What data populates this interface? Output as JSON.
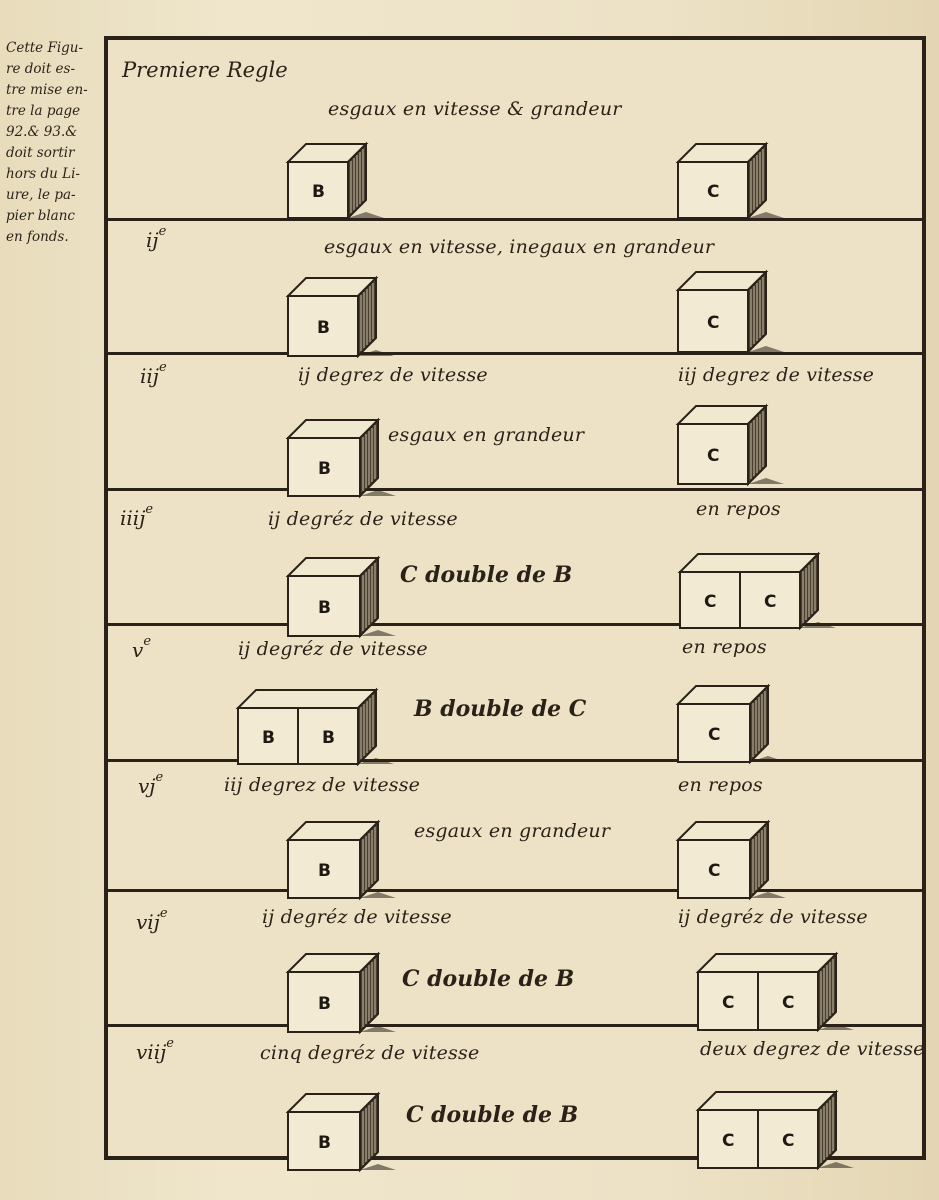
{
  "margin_note": {
    "lines": [
      "Cette Figu-",
      "re doit es-",
      "tre mise en-",
      "tre la page",
      "92.& 93.&",
      "doit sortir",
      "hors du Li-",
      "ure, le pa-",
      "pier blanc",
      "en fonds."
    ]
  },
  "figure": {
    "title": "Premiere Regle",
    "rows": [
      {
        "ordinal": "",
        "ordinal_sup": "",
        "left_caption": "",
        "right_caption": "",
        "center_caption": "esgaux en vitesse & grandeur",
        "left_letters": [
          "B"
        ],
        "right_letters": [
          "C"
        ]
      },
      {
        "ordinal": "ij",
        "ordinal_sup": "e",
        "left_caption": "",
        "right_caption": "",
        "center_caption": "esgaux en vitesse, inegaux en grandeur",
        "left_letters": [
          "B"
        ],
        "right_letters": [
          "C"
        ]
      },
      {
        "ordinal": "iij",
        "ordinal_sup": "e",
        "left_caption": "ij degrez de vitesse",
        "right_caption": "iij degrez de vitesse",
        "center_caption": "esgaux en grandeur",
        "left_letters": [
          "B"
        ],
        "right_letters": [
          "C"
        ]
      },
      {
        "ordinal": "iiij",
        "ordinal_sup": "e",
        "left_caption": "ij degréz de vitesse",
        "right_caption": "en repos",
        "center_caption": "C double de B",
        "left_letters": [
          "B"
        ],
        "right_letters": [
          "C",
          "C"
        ]
      },
      {
        "ordinal": "v",
        "ordinal_sup": "e",
        "left_caption": "ij degréz de vitesse",
        "right_caption": "en repos",
        "center_caption": "B double de C",
        "left_letters": [
          "B",
          "B"
        ],
        "right_letters": [
          "C"
        ]
      },
      {
        "ordinal": "vj",
        "ordinal_sup": "e",
        "left_caption": "iij degrez de vitesse",
        "right_caption": "en repos",
        "center_caption": "esgaux en grandeur",
        "left_letters": [
          "B"
        ],
        "right_letters": [
          "C"
        ]
      },
      {
        "ordinal": "vij",
        "ordinal_sup": "e",
        "left_caption": "ij degréz de vitesse",
        "right_caption": "ij degréz de vitesse",
        "center_caption": "C double de B",
        "left_letters": [
          "B"
        ],
        "right_letters": [
          "C",
          "C"
        ]
      },
      {
        "ordinal": "viij",
        "ordinal_sup": "e",
        "left_caption": "cinq degréz de vitesse",
        "right_caption": "deux degrez de vitesse",
        "center_caption": "C double de B",
        "left_letters": [
          "B"
        ],
        "right_letters": [
          "C",
          "C"
        ]
      }
    ]
  },
  "colors": {
    "paper": "#ede2c5",
    "ink": "#2a2218"
  }
}
